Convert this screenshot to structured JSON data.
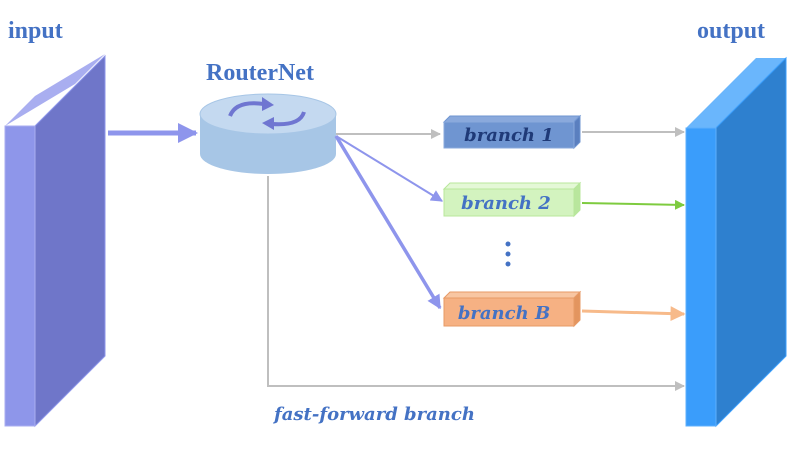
{
  "labels": {
    "input": "input",
    "output": "output",
    "router": "RouterNet",
    "branch1": "branch 1",
    "branch2": "branch 2",
    "branchB": "branch B",
    "fastForward": "fast-forward branch"
  },
  "colors": {
    "title": "#4472c4",
    "inputFront": "#8e96ea",
    "inputSide": "#6f76c9",
    "outputFront": "#3a9dfb",
    "outputSide": "#2e80cf",
    "router": "#a7c6e6",
    "branch1": "#6f95d1",
    "branch2": "#d3f3bf",
    "branchB": "#f6b183",
    "greyArrow": "#bfbfbf",
    "purpleArrow": "#8e95ec",
    "greenArrow": "#7ecb3f",
    "orangeArrow": "#f7ba8a"
  },
  "icons": {
    "router": "refresh-arrows-icon",
    "ellipsis": "vertical-ellipsis-icon"
  }
}
